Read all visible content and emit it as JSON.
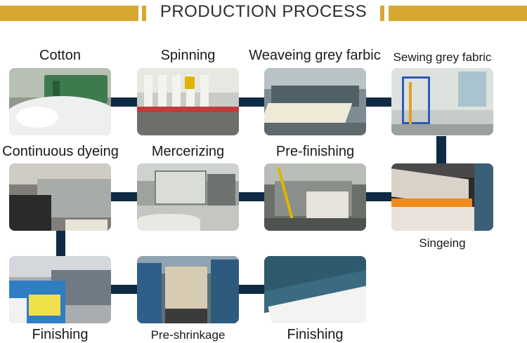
{
  "header": {
    "title": "PRODUCTION PROCESS"
  },
  "steps": [
    {
      "label": "Cotton",
      "icon": "cotton-photo"
    },
    {
      "label": "Spinning",
      "icon": "spinning-photo"
    },
    {
      "label": "Weaveing grey farbic",
      "icon": "weaving-photo"
    },
    {
      "label": "Sewing grey fabric",
      "icon": "sewing-photo"
    },
    {
      "label": "Singeing",
      "icon": "singeing-photo"
    },
    {
      "label": "Pre-finishing",
      "icon": "pre-finishing-photo"
    },
    {
      "label": "Mercerizing",
      "icon": "mercerizing-photo"
    },
    {
      "label": "Continuous dyeing",
      "icon": "dyeing-photo"
    },
    {
      "label": "Finishing",
      "icon": "finishing-photo"
    },
    {
      "label": "Pre-shrinkage",
      "icon": "pre-shrinkage-photo"
    },
    {
      "label": "Finishing",
      "icon": "fabric-photo"
    }
  ],
  "colors": {
    "accent": "#d6a832",
    "connector": "#0f2a44",
    "fabric": "#2f5a6e"
  }
}
